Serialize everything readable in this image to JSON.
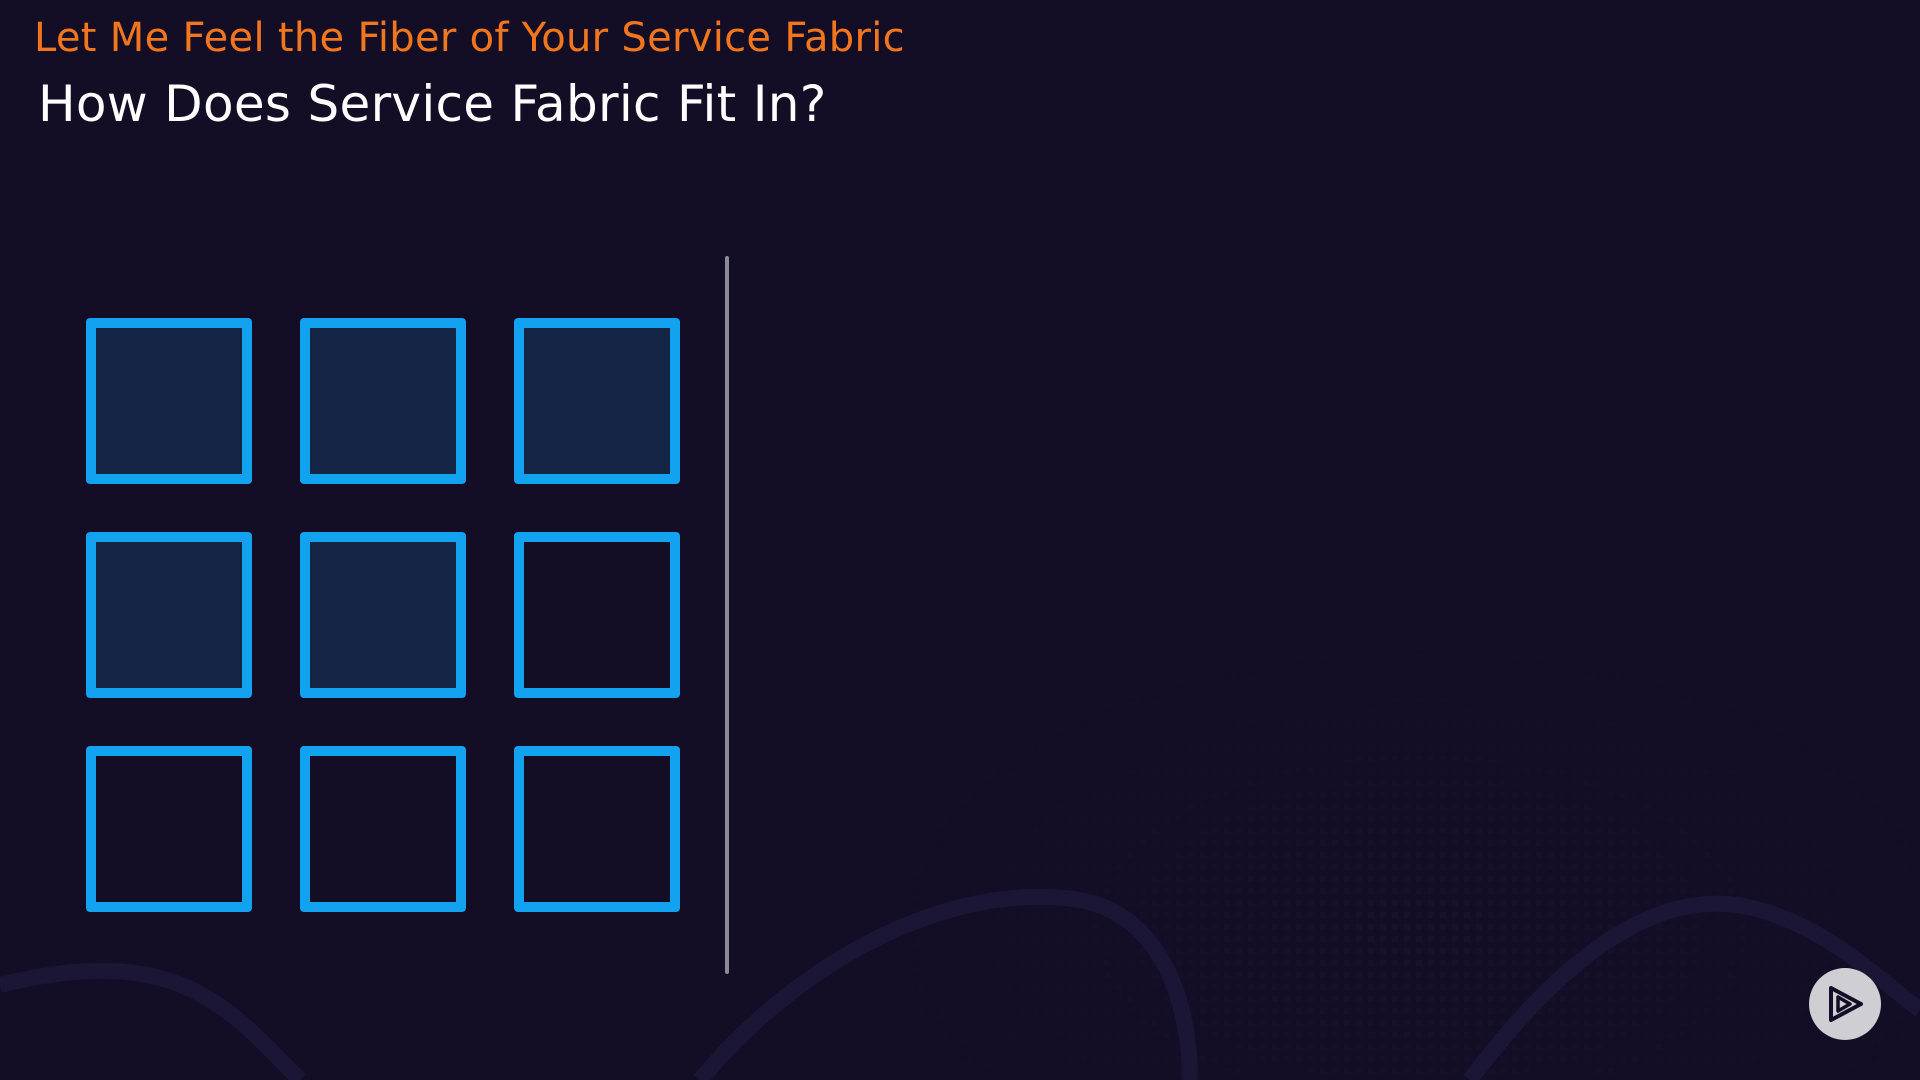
{
  "slide": {
    "eyebrow": "Let Me Feel the Fiber of Your Service Fabric",
    "title": "How Does Service Fabric Fit In?"
  },
  "grid": {
    "rows": 3,
    "columns": 3,
    "filled_cells": 5,
    "total_cells": 9
  },
  "controls": {
    "play_button_icon": "play-icon"
  },
  "colors": {
    "background": "#130e25",
    "accent_orange": "#f2761d",
    "title_text": "#ffffff",
    "box_border": "#12a2f0",
    "box_fill": "#132444",
    "divider": "#8a8a98",
    "play_button": "#cfcfd3"
  }
}
